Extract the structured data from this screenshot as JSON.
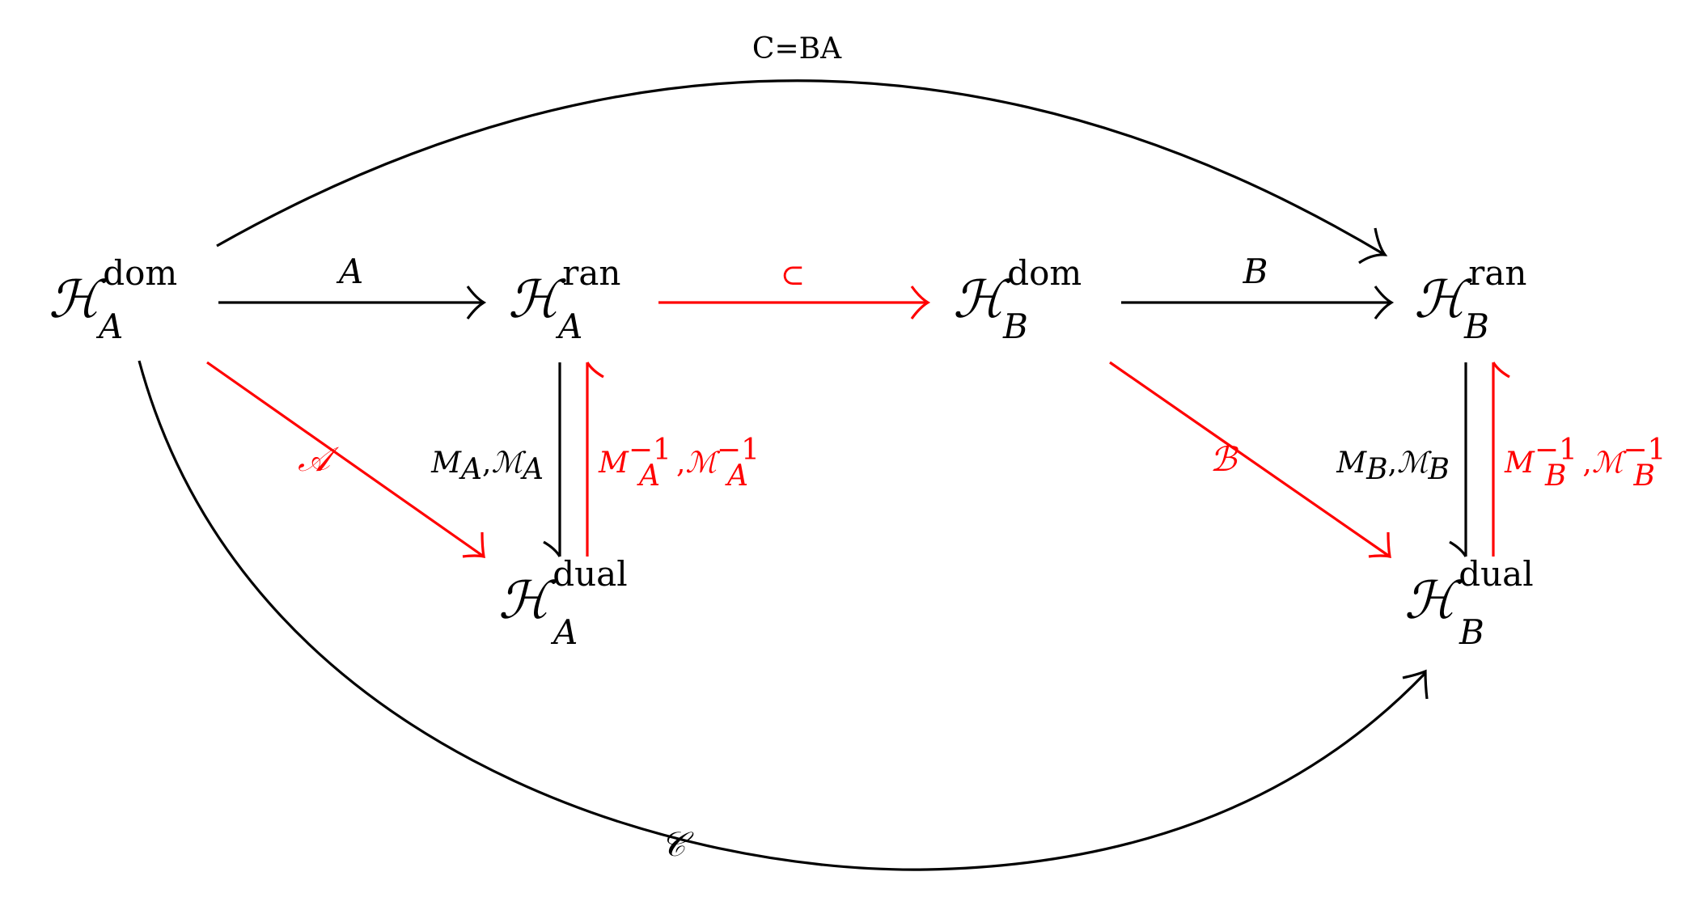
{
  "colors": {
    "black": "#000000",
    "red": "#ff0000"
  },
  "nodes": {
    "h_a_dom": {
      "main": "ℋ",
      "sup": "dom",
      "sub": "A"
    },
    "h_a_ran": {
      "main": "ℋ",
      "sup": "ran",
      "sub": "A"
    },
    "h_b_dom": {
      "main": "ℋ",
      "sup": "dom",
      "sub": "B"
    },
    "h_b_ran": {
      "main": "ℋ",
      "sup": "ran",
      "sub": "B"
    },
    "h_a_dual": {
      "main": "ℋ",
      "sup": "dual",
      "sub": "A"
    },
    "h_b_dual": {
      "main": "ℋ",
      "sup": "dual",
      "sub": "B"
    }
  },
  "edges": {
    "top_arc": {
      "label": "C=BA"
    },
    "a_arrow": {
      "label": "A"
    },
    "subset_arrow": {
      "label": "⊂"
    },
    "b_arrow": {
      "label": "B"
    },
    "cal_a_diag": {
      "label": "𝒜"
    },
    "cal_b_diag": {
      "label": "ℬ"
    },
    "m_a_down": {
      "label_m": "M",
      "label_m_sub": "A",
      "label_comma": ",",
      "label_cal": "ℳ",
      "label_cal_sub": "A"
    },
    "m_a_inv_up": {
      "label_m": "M",
      "label_m_sub": "A",
      "label_m_sup": "−1",
      "label_comma": ",",
      "label_cal": "ℳ",
      "label_cal_sub": "A",
      "label_cal_sup": "−1"
    },
    "m_b_down": {
      "label_m": "M",
      "label_m_sub": "B",
      "label_comma": ",",
      "label_cal": "ℳ",
      "label_cal_sub": "B"
    },
    "m_b_inv_up": {
      "label_m": "M",
      "label_m_sub": "B",
      "label_m_sup": "−1",
      "label_comma": ",",
      "label_cal": "ℳ",
      "label_cal_sub": "B",
      "label_cal_sup": "−1"
    },
    "bottom_arc": {
      "label": "𝒞"
    }
  }
}
